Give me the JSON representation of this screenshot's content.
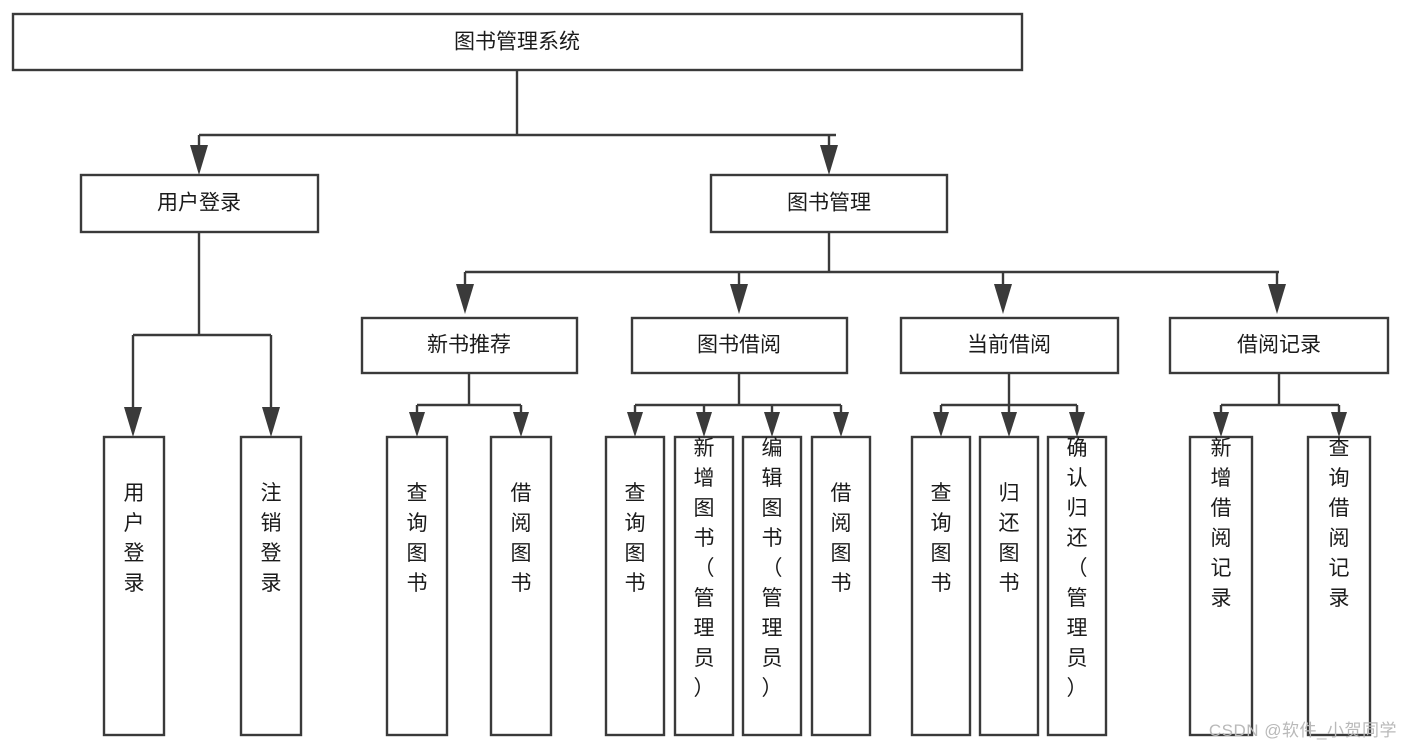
{
  "diagram": {
    "title": "图书管理系统",
    "type": "tree-hierarchy-diagram",
    "watermark": "CSDN @软件_小贺同学",
    "colors": {
      "background": "#ffffff",
      "box_fill": "#ffffff",
      "box_stroke": "#3a3a3a",
      "connector": "#3a3a3a",
      "text": "#1b1b1b",
      "watermark": "#b9b9b9"
    },
    "root": {
      "id": "root",
      "label": "图书管理系统",
      "orientation": "horizontal"
    },
    "level1": [
      {
        "id": "user-login",
        "label": "用户登录",
        "orientation": "horizontal"
      },
      {
        "id": "book-manage",
        "label": "图书管理",
        "orientation": "horizontal"
      }
    ],
    "level2": [
      {
        "id": "new-book-recommend",
        "label": "新书推荐",
        "parent": "book-manage",
        "orientation": "horizontal"
      },
      {
        "id": "book-borrow",
        "label": "图书借阅",
        "parent": "book-manage",
        "orientation": "horizontal"
      },
      {
        "id": "current-borrow",
        "label": "当前借阅",
        "parent": "book-manage",
        "orientation": "horizontal"
      },
      {
        "id": "borrow-record",
        "label": "借阅记录",
        "parent": "book-manage",
        "orientation": "horizontal"
      }
    ],
    "leaves": [
      {
        "id": "leaf-user-login",
        "label": "用户登录",
        "parent": "user-login",
        "orientation": "vertical"
      },
      {
        "id": "leaf-logout-login",
        "label": "注销登录",
        "parent": "user-login",
        "orientation": "vertical"
      },
      {
        "id": "leaf-query-book-1",
        "label": "查询图书",
        "parent": "new-book-recommend",
        "orientation": "vertical"
      },
      {
        "id": "leaf-borrow-book-1",
        "label": "借阅图书",
        "parent": "new-book-recommend",
        "orientation": "vertical"
      },
      {
        "id": "leaf-query-book-2",
        "label": "查询图书",
        "parent": "book-borrow",
        "orientation": "vertical"
      },
      {
        "id": "leaf-add-book",
        "label": "新增图书（管理员）",
        "parent": "book-borrow",
        "orientation": "vertical"
      },
      {
        "id": "leaf-edit-book",
        "label": "编辑图书（管理员）",
        "parent": "book-borrow",
        "orientation": "vertical"
      },
      {
        "id": "leaf-borrow-book-2",
        "label": "借阅图书",
        "parent": "book-borrow",
        "orientation": "vertical"
      },
      {
        "id": "leaf-query-book-3",
        "label": "查询图书",
        "parent": "current-borrow",
        "orientation": "vertical"
      },
      {
        "id": "leaf-return-book",
        "label": "归还图书",
        "parent": "current-borrow",
        "orientation": "vertical"
      },
      {
        "id": "leaf-confirm-return",
        "label": "确认归还（管理员）",
        "parent": "current-borrow",
        "orientation": "vertical"
      },
      {
        "id": "leaf-add-record",
        "label": "新增借阅记录",
        "parent": "borrow-record",
        "orientation": "vertical"
      },
      {
        "id": "leaf-query-record",
        "label": "查询借阅记录",
        "parent": "borrow-record",
        "orientation": "vertical"
      }
    ]
  }
}
